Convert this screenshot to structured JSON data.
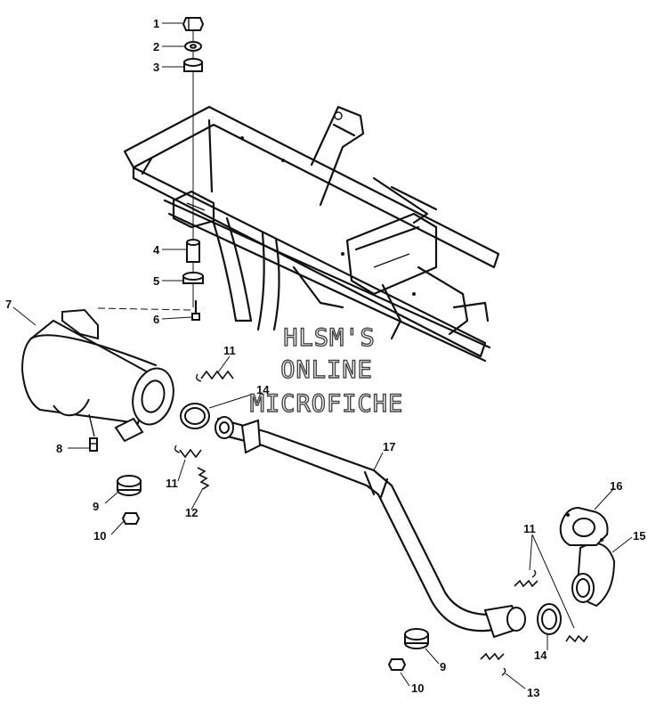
{
  "watermark": {
    "line1": "HLSM'S",
    "line2": "ONLINE",
    "line3": "MICROFICHE"
  },
  "callouts": [
    {
      "id": "c1",
      "label": "1"
    },
    {
      "id": "c2",
      "label": "2"
    },
    {
      "id": "c3",
      "label": "3"
    },
    {
      "id": "c4",
      "label": "4"
    },
    {
      "id": "c5",
      "label": "5"
    },
    {
      "id": "c6",
      "label": "6"
    },
    {
      "id": "c7",
      "label": "7"
    },
    {
      "id": "c8",
      "label": "8"
    },
    {
      "id": "c9a",
      "label": "9"
    },
    {
      "id": "c10a",
      "label": "10"
    },
    {
      "id": "c11a",
      "label": "11"
    },
    {
      "id": "c14a",
      "label": "14"
    },
    {
      "id": "c11b",
      "label": "11"
    },
    {
      "id": "c12",
      "label": "12"
    },
    {
      "id": "c17",
      "label": "17"
    },
    {
      "id": "c16",
      "label": "16"
    },
    {
      "id": "c15",
      "label": "15"
    },
    {
      "id": "c11c",
      "label": "11"
    },
    {
      "id": "c14b",
      "label": "14"
    },
    {
      "id": "c9b",
      "label": "9"
    },
    {
      "id": "c10b",
      "label": "10"
    },
    {
      "id": "c13",
      "label": "13"
    }
  ]
}
